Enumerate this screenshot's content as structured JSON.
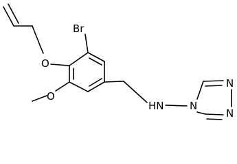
{
  "molecule": {
    "labels": {
      "bromine": "Br",
      "ether_oxygen": "O",
      "methoxy_oxygen": "O",
      "amine": "HN",
      "triazole_n_substituted": "N",
      "triazole_n_top": "N",
      "triazole_n_bottom": "N"
    },
    "colors": {
      "bond": "#000000",
      "atom_label": "#000000",
      "background": "#ffffff"
    }
  }
}
